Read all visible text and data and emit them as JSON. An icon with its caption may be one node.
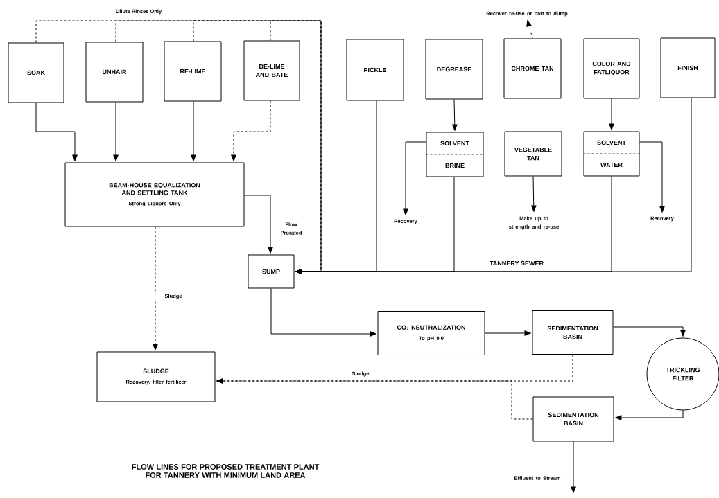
{
  "diagram": {
    "title": "FLOW LINES FOR PROPOSED TREATMENT PLANT FOR TANNERY WITH MINIMUM LAND AREA",
    "nodes": [
      {
        "text": [
          "SOAK"
        ]
      },
      {
        "text": [
          "UNHAIR"
        ]
      },
      {
        "text": [
          "RE-LIME"
        ]
      },
      {
        "text": [
          "DE-LIME AND BATE"
        ]
      },
      {
        "text": [
          "PICKLE"
        ]
      },
      {
        "text": [
          "DEGREASE"
        ]
      },
      {
        "text": [
          "CHROME TAN"
        ]
      },
      {
        "text": [
          "COLOR AND FATLIQUOR"
        ]
      },
      {
        "text": [
          "FINISH"
        ]
      },
      {
        "text": [
          "SOLVENT",
          "BRINE"
        ]
      },
      {
        "text": [
          "VEGETABLE TAN"
        ]
      },
      {
        "text": [
          "SOLVENT",
          "WATER"
        ]
      },
      {
        "text": [
          "BEAM-HOUSE EQUALIZATION AND SETTLING TANK",
          "Strong Liquors Only"
        ]
      },
      {
        "text": [
          "SUMP"
        ]
      },
      {
        "text": [
          "CO$_{2}$ NEUTRALIZATION",
          "To pH 9.0"
        ]
      },
      {
        "text": [
          "SEDIMENTATION BASIN"
        ]
      },
      {
        "text": [
          "TRICKLING FILTER"
        ]
      },
      {
        "text": [
          "SEDIMENTATION BASIN"
        ]
      },
      {
        "text": [
          "SLUDGE",
          "Recovery, filler fertilizer"
        ]
      },
      {
        "text": [
          "Recover re-use or cart to dump"
        ]
      },
      {
        "text": [
          "Recovery"
        ]
      },
      {
        "text": [
          "Make up to strength and re-use"
        ]
      },
      {
        "text": [
          "Recovery"
        ]
      }
    ],
    "edges": [
      {
        "from": 0,
        "to": 12,
        "arrow": "to"
      },
      {
        "from": 1,
        "to": 12,
        "arrow": "to"
      },
      {
        "from": 2,
        "to": 12,
        "arrow": "to"
      },
      {
        "from": 3,
        "to": 12,
        "arrow": "to",
        "style": "dashed"
      },
      {
        "from": 0,
        "to": 13,
        "arrow": "to",
        "style": "dashed"
      },
      {
        "from": 1,
        "to": 13,
        "arrow": "to",
        "style": "dashed"
      },
      {
        "from": 2,
        "to": 13,
        "arrow": "to",
        "style": "dashed"
      },
      {
        "from": 3,
        "to": 13,
        "arrow": "to",
        "style": "dashed"
      },
      {
        "from": 12,
        "to": 13,
        "arrow": "to",
        "label": "Flow Prorated"
      },
      {
        "from": 12,
        "to": 18,
        "arrow": "to",
        "style": "dashed",
        "label": "Sludge"
      },
      {
        "from": 4,
        "to": 13,
        "arrow": "to"
      },
      {
        "from": 9,
        "to": 13,
        "arrow": "to"
      },
      {
        "from": 11,
        "to": 13,
        "arrow": "to"
      },
      {
        "from": 8,
        "to": 13,
        "arrow": "to"
      },
      {
        "from": 13,
        "to": 14,
        "arrow": "to"
      },
      {
        "from": 14,
        "to": 15,
        "arrow": "to"
      },
      {
        "from": 15,
        "to": 16,
        "arrow": "to"
      },
      {
        "from": 16,
        "to": 17,
        "arrow": "to"
      },
      {
        "from": 15,
        "to": 18,
        "arrow": "to",
        "style": "dashed",
        "label": "Sludge"
      },
      {
        "from": 17,
        "to": 18,
        "arrow": "to",
        "style": "dashed"
      },
      {
        "from": 5,
        "to": 9,
        "arrow": "to"
      },
      {
        "from": 7,
        "to": 11,
        "arrow": "to"
      },
      {
        "from": 9,
        "to": 20,
        "arrow": "to"
      },
      {
        "from": 10,
        "to": 21,
        "arrow": "to"
      },
      {
        "from": 11,
        "to": 22,
        "arrow": "to"
      },
      {
        "from": 6,
        "to": 19,
        "arrow": "to",
        "style": "dashed"
      },
      {
        "from": 17,
        "to": null,
        "arrow": "to",
        "label": "Effluent to Stream"
      }
    ],
    "labels": [
      "Dilute Rinses Only",
      "TANNERY SEWER"
    ]
  }
}
